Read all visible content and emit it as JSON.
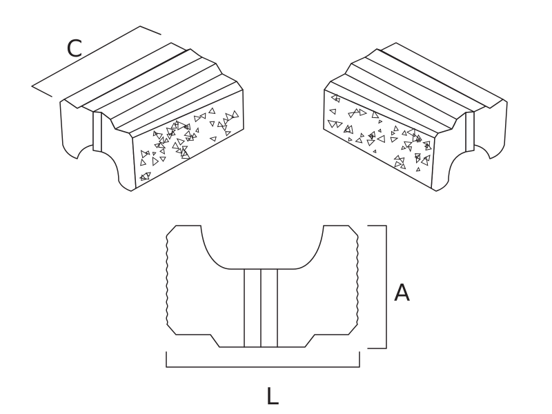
{
  "diagram": {
    "type": "technical drawing of a stone/concrete block",
    "views": [
      "isometric-left",
      "isometric-right",
      "front-elevation"
    ],
    "dimensions": {
      "depth_label": "C",
      "height_label": "A",
      "length_label": "L"
    },
    "colors": {
      "line": "#231f20",
      "background": "#ffffff"
    }
  }
}
